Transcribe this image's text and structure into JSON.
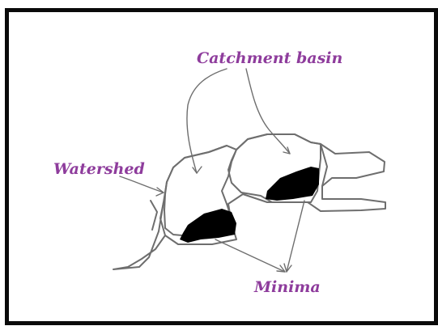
{
  "labels": {
    "catchment_basin": "Catchment basin",
    "watershed": "Watershed",
    "minima": "Minima"
  },
  "colors": {
    "label": "#8e3c9c",
    "line": "#6e6e6e",
    "fill": "#000000",
    "frame": "#0a0a0a"
  }
}
